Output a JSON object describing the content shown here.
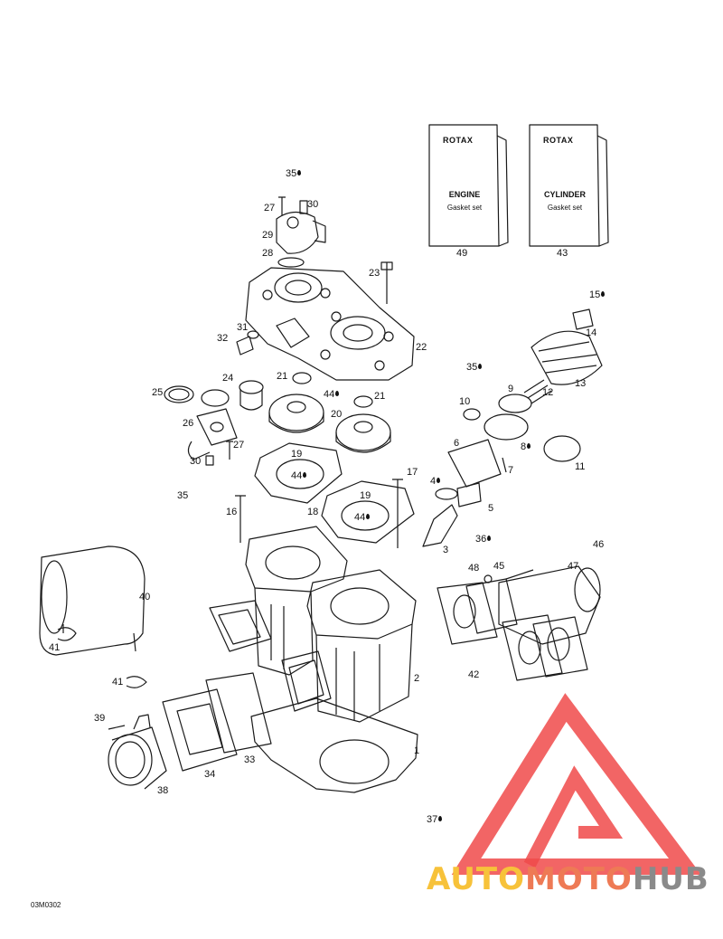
{
  "figure": {
    "code": "03M0302",
    "booklets": [
      {
        "brand": "ROTAX",
        "title": "ENGINE",
        "subtitle": "Gasket set",
        "number": "49"
      },
      {
        "brand": "ROTAX",
        "title": "CYLINDER",
        "subtitle": "Gasket set",
        "number": "43"
      }
    ],
    "callouts": [
      "35",
      "30",
      "27",
      "29",
      "28",
      "23",
      "15",
      "14",
      "13",
      "12",
      "9",
      "31",
      "32",
      "22",
      "24",
      "21",
      "44",
      "21",
      "25",
      "35",
      "10",
      "20",
      "26",
      "27",
      "30",
      "8",
      "11",
      "6",
      "7",
      "19",
      "44",
      "17",
      "4",
      "5",
      "35",
      "18",
      "19",
      "44",
      "16",
      "36",
      "3",
      "46",
      "40",
      "48",
      "45",
      "47",
      "41",
      "42",
      "41",
      "2",
      "39",
      "33",
      "34",
      "38",
      "1",
      "37"
    ],
    "drop_marked": [
      0,
      6,
      16,
      19,
      25,
      30,
      32,
      37,
      39,
      55
    ]
  },
  "watermark": {
    "part1": "AUTO",
    "part2": "MOTO",
    "part3": "HUB",
    "colors": {
      "triangle": "#f04a4a",
      "auto": "#f7c23a",
      "moto": "#ee7a55",
      "hub": "#8a8a8a"
    }
  }
}
